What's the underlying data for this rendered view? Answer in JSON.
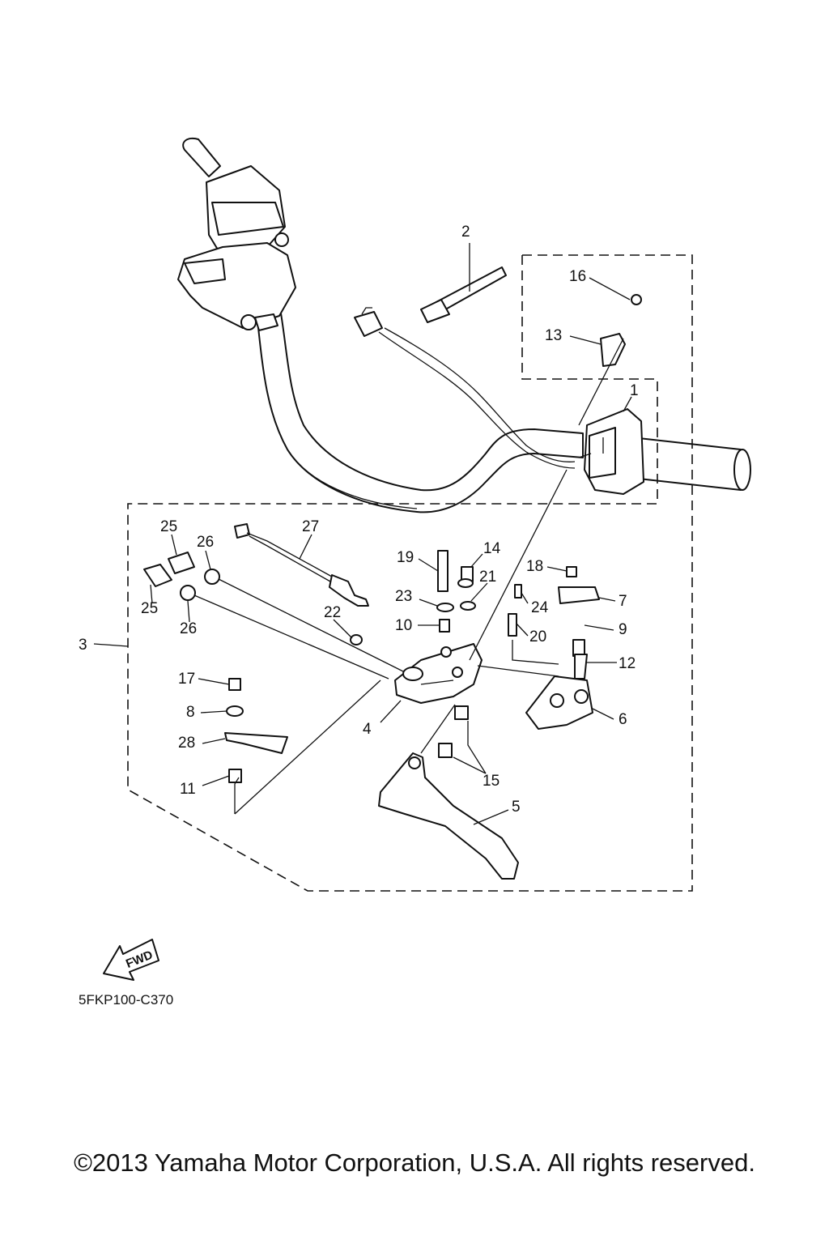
{
  "diagram": {
    "code": "5FKP100-C370",
    "fwd_label": "FWD",
    "copyright": "©2013 Yamaha Motor Corporation, U.S.A. All rights reserved.",
    "labels": {
      "p1": "1",
      "p2": "2",
      "p3": "3",
      "p4": "4",
      "p5": "5",
      "p6": "6",
      "p7": "7",
      "p8": "8",
      "p9": "9",
      "p10": "10",
      "p11": "11",
      "p12": "12",
      "p13": "13",
      "p14": "14",
      "p15": "15",
      "p16": "16",
      "p17": "17",
      "p18": "18",
      "p19": "19",
      "p20": "20",
      "p21": "21",
      "p22": "22",
      "p23": "23",
      "p24": "24",
      "p25a": "25",
      "p25b": "25",
      "p26a": "26",
      "p26b": "26",
      "p27": "27",
      "p28": "28"
    }
  }
}
